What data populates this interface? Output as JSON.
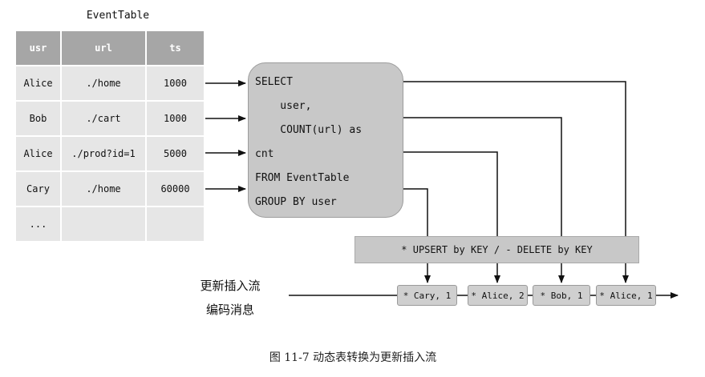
{
  "table": {
    "title": "EventTable",
    "headers": [
      "usr",
      "url",
      "ts"
    ],
    "rows": [
      [
        "Alice",
        "./home",
        "1000"
      ],
      [
        "Bob",
        "./cart",
        "1000"
      ],
      [
        "Alice",
        "./prod?id=1",
        "5000"
      ],
      [
        "Cary",
        "./home",
        "60000"
      ],
      [
        "...",
        "",
        ""
      ]
    ]
  },
  "sql": {
    "lines": [
      "SELECT",
      "    user,",
      "    COUNT(url) as",
      "cnt",
      "FROM EventTable",
      "GROUP BY user"
    ]
  },
  "upsert_bar": {
    "label": "* UPSERT by KEY / - DELETE by KEY"
  },
  "stream": {
    "label_line1": "更新插入流",
    "label_line2": "编码消息",
    "messages": [
      "* Cary, 1",
      "* Alice, 2",
      "* Bob, 1",
      "* Alice, 1"
    ]
  },
  "caption": "图 11-7  动态表转换为更新插入流",
  "colors": {
    "header_fill": "#a6a6a6",
    "cell_fill": "#e6e6e6",
    "box_fill": "#c8c8c8",
    "line": "#111111"
  }
}
